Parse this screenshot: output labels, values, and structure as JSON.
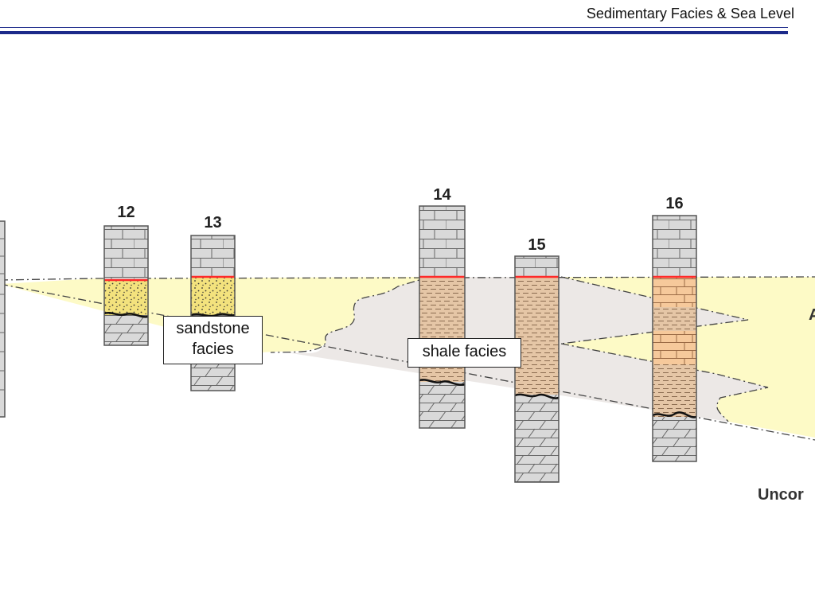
{
  "header": {
    "title": "Sedimentary Facies & Sea Level"
  },
  "diagram": {
    "columns": [
      {
        "id": "edge",
        "label": ""
      },
      {
        "id": "12",
        "label": "12"
      },
      {
        "id": "13",
        "label": "13"
      },
      {
        "id": "14",
        "label": "14"
      },
      {
        "id": "15",
        "label": "15"
      },
      {
        "id": "16",
        "label": "16"
      }
    ],
    "callouts": {
      "sandstone": "sandstone facies",
      "shale": "shale facies"
    },
    "edge_labels": {
      "right_letter": "A",
      "unconformity": "Uncor"
    },
    "colors": {
      "sandstone": "#fdfac6",
      "shale": "#ece8e6",
      "limestone": "#d9d9d9",
      "column_sand": "#f3e27d",
      "column_shale": "#e5c6a6",
      "column_lime_orange": "#f6c99b",
      "sea_level_line": "#ff2a2a",
      "title_rule": "#1c2a8a"
    }
  }
}
